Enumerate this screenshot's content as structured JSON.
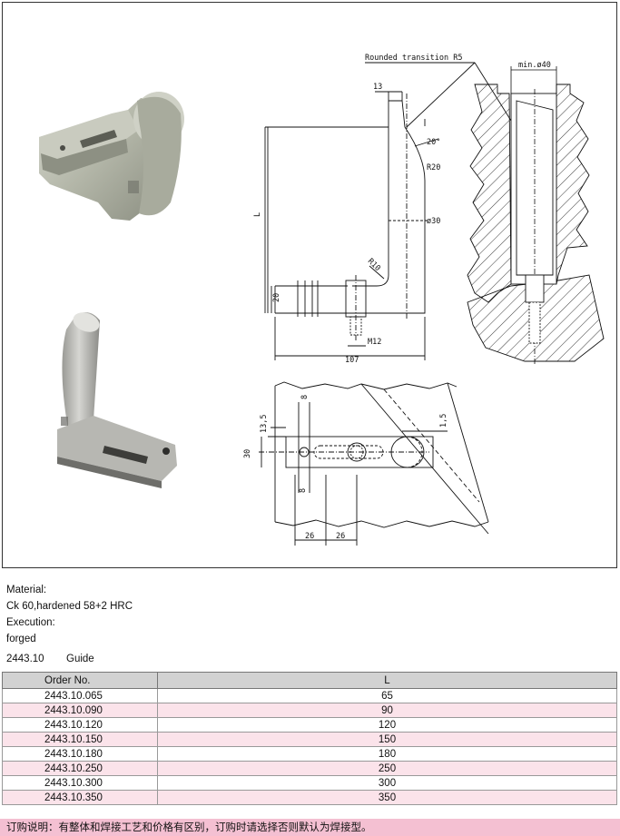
{
  "drawing": {
    "callout_rounded": "Rounded transition R5",
    "dim_min40": "min.ø40",
    "dim_13": "13",
    "dim_20deg": "20°",
    "dim_R20": "R20",
    "dim_L": "L",
    "dim_phi30": "ø30",
    "dim_R10": "R10",
    "dim_20": "20",
    "dim_M12": "M12",
    "dim_107": "107",
    "dim_8_top": "8",
    "dim_8_bottom": "8",
    "dim_13_5": "13,5",
    "dim_1_5": "1,5",
    "dim_30": "30",
    "dim_26a": "26",
    "dim_26b": "26"
  },
  "spec": {
    "material_label": "Material:",
    "material_value": "Ck 60,hardened 58+2 HRC",
    "execution_label": "Execution:",
    "execution_value": "forged"
  },
  "product": {
    "code": "2443.10",
    "name": "Guide"
  },
  "table": {
    "headers": [
      "Order No.",
      "L"
    ],
    "rows": [
      {
        "order": "2443.10.065",
        "L": "65"
      },
      {
        "order": "2443.10.090",
        "L": "90"
      },
      {
        "order": "2443.10.120",
        "L": "120"
      },
      {
        "order": "2443.10.150",
        "L": "150"
      },
      {
        "order": "2443.10.180",
        "L": "180"
      },
      {
        "order": "2443.10.250",
        "L": "250"
      },
      {
        "order": "2443.10.300",
        "L": "300"
      },
      {
        "order": "2443.10.350",
        "L": "350"
      }
    ]
  },
  "footer_note": "订购说明：有整体和焊接工艺和价格有区别，订购时请选择否则默认为焊接型。"
}
